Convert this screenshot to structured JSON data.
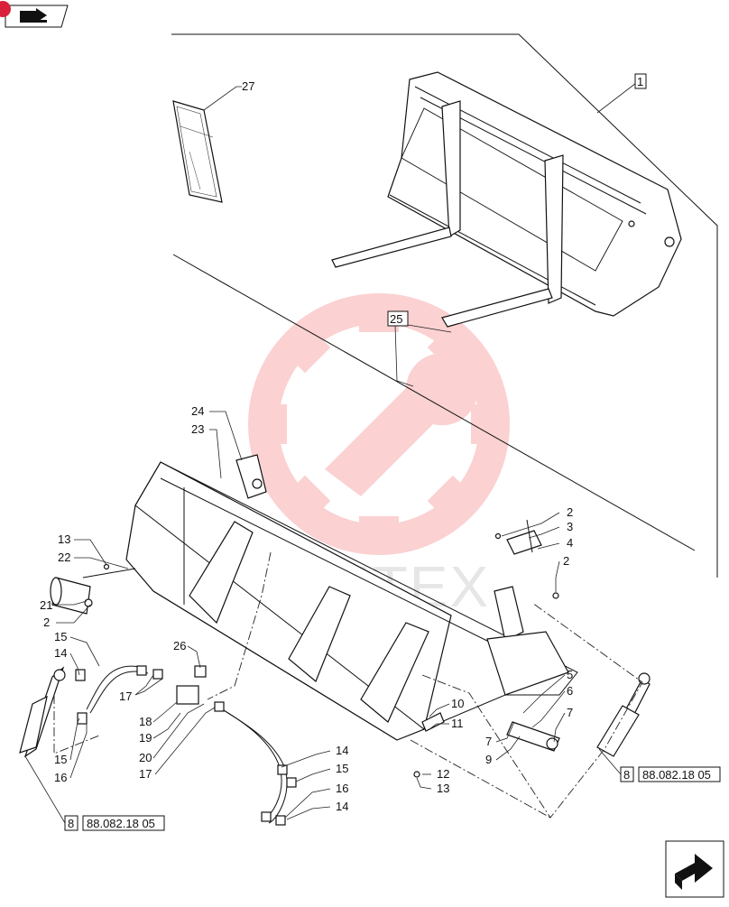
{
  "nav": {
    "back_icon": "book-arrow-icon",
    "next_icon": "forward-arrow-icon"
  },
  "watermark": {
    "text": "VIHTEX",
    "color": "#f24a4a"
  },
  "callouts": {
    "c1": "1",
    "c2a": "2",
    "c2b": "2",
    "c2c": "2",
    "c3": "3",
    "c4": "4",
    "c5": "5",
    "c6": "6",
    "c7a": "7",
    "c7b": "7",
    "c8a": "8",
    "c8b": "8",
    "c9": "9",
    "c10": "10",
    "c11": "11",
    "c12": "12",
    "c13a": "13",
    "c13b": "13",
    "c14a": "14",
    "c14b": "14",
    "c14c": "14",
    "c15a": "15",
    "c15b": "15",
    "c15c": "15",
    "c16a": "16",
    "c16b": "16",
    "c17a": "17",
    "c17b": "17",
    "c18": "18",
    "c19": "19",
    "c20": "20",
    "c21": "21",
    "c22": "22",
    "c23": "23",
    "c24": "24",
    "c25": "25",
    "c26": "26",
    "c27": "27"
  },
  "refs": {
    "left": "88.082.18 05",
    "right": "88.082.18 05"
  }
}
